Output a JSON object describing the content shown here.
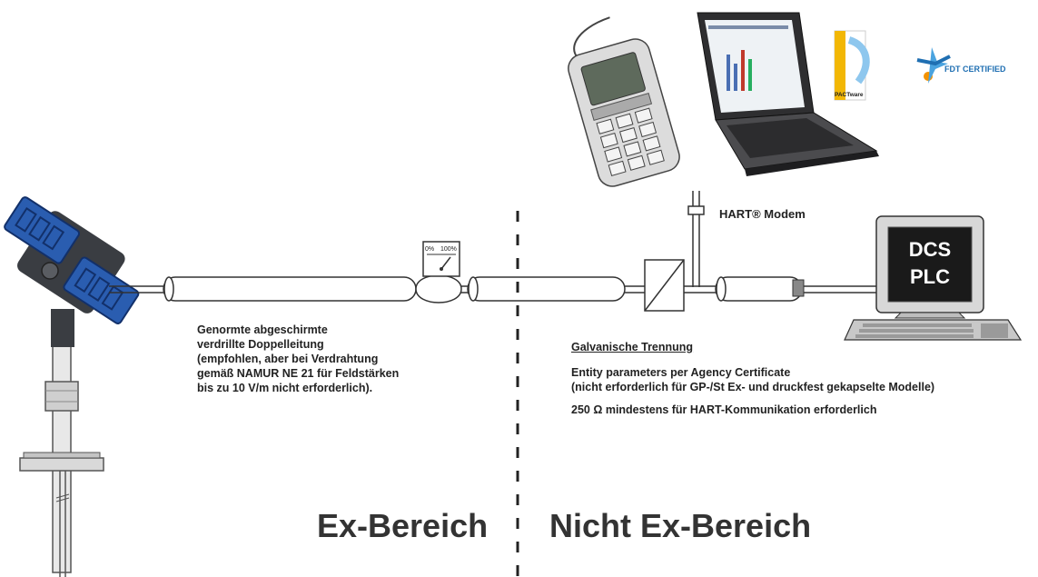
{
  "cable_note": {
    "lines": [
      "Genormte abgeschirmte",
      "verdrillte Doppelleitung",
      "(empfohlen, aber bei Verdrahtung",
      "gemäß NAMUR NE 21 für Feldstärken",
      "bis zu 10 V/m nicht erforderlich)."
    ]
  },
  "isolation": {
    "heading": "Galvanische Trennung",
    "line1": "Entity parameters per Agency Certificate",
    "line2": "(nicht erforderlich für GP-/St Ex- und druckfest gekapselte Modelle)",
    "line3": "250 Ω  mindestens für HART-Kommunikation erforderlich"
  },
  "modem_label": "HART® Modem",
  "meter_labels": {
    "min": "0%",
    "max": "100%"
  },
  "control_system": {
    "line1": "DCS",
    "line2": "PLC"
  },
  "logos": {
    "pactware": "PACTware",
    "fdt": "FDT CERTIFIED"
  },
  "zones": {
    "left": "Ex-Bereich",
    "right": "Nicht Ex-Bereich"
  },
  "colors": {
    "transmitter_blue": "#2a5db0",
    "housing_dark": "#3a3d42",
    "line": "#333333"
  }
}
